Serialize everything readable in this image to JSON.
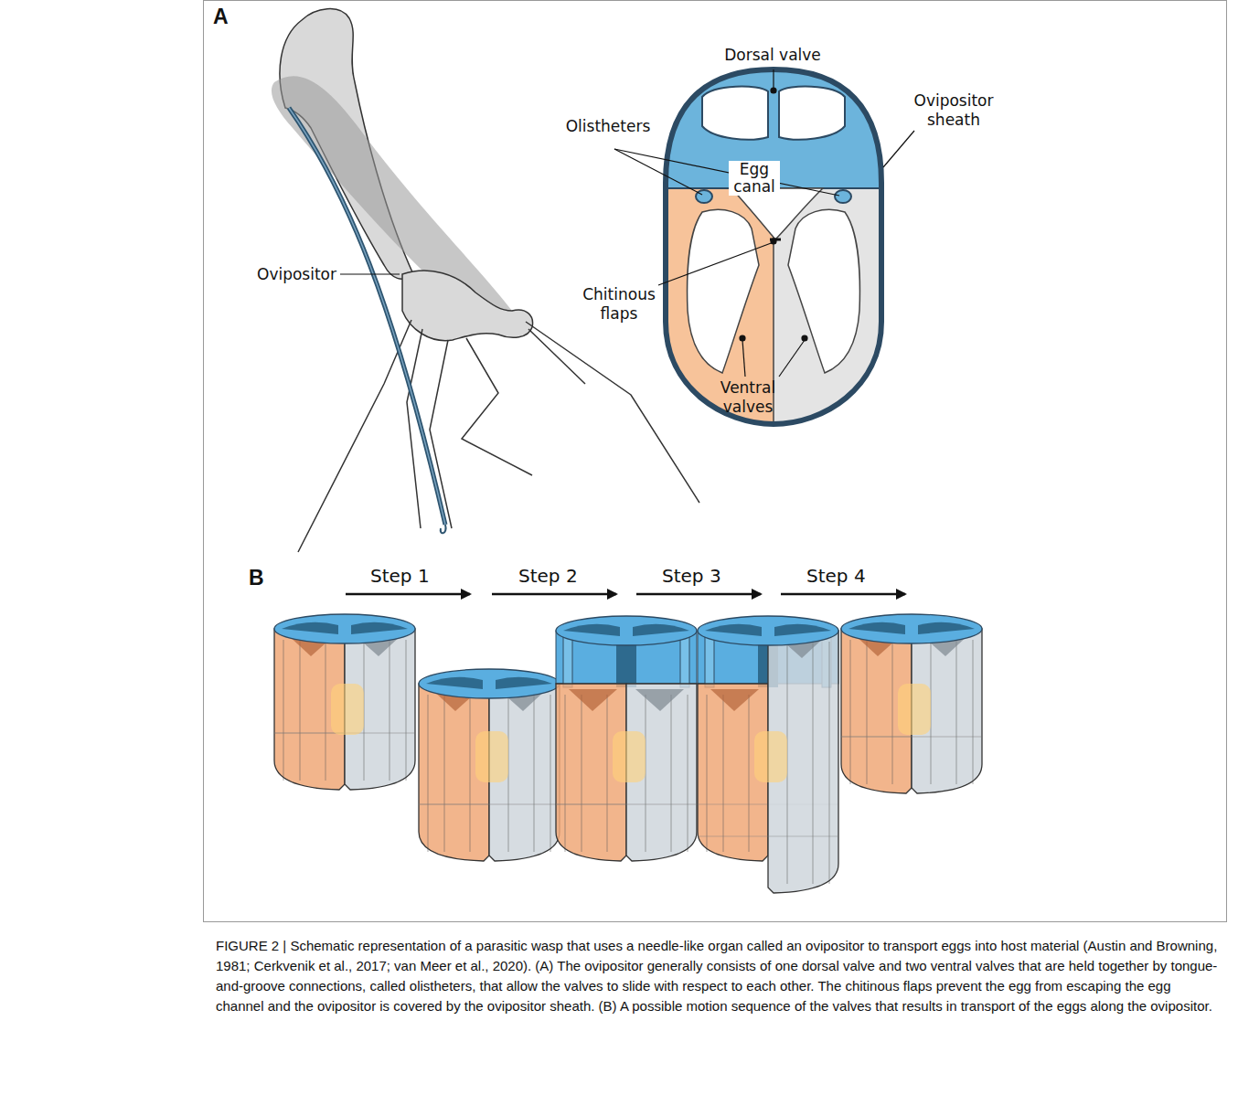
{
  "diagram": {
    "caption": "FIGURE 2 | Schematic representation of a parasitic wasp that uses a needle-like organ called an ovipositor to transport eggs into host material (Austin and Browning, 1981; Cerkvenik et al., 2017; van Meer et al., 2020). (A) The ovipositor generally consists of one dorsal valve and two ventral valves that are held together by tongue-and-groove connections, called olistheters, that allow the valves to slide with respect to each other. The chitinous flaps prevent the egg from escaping the egg channel and the ovipositor is covered by the ovipositor sheath. (B) A possible motion sequence of the valves that results in transport of the eggs along the ovipositor.",
    "labels": [
      "A",
      "Ovipositor",
      "Dorsal valve",
      "Ovipositor sheath",
      "Olistheters",
      "Egg canal",
      "Chitinous flaps",
      "Ventral valves",
      "B",
      "Step 1",
      "Step 2",
      "Step 3",
      "Step 4"
    ]
  }
}
